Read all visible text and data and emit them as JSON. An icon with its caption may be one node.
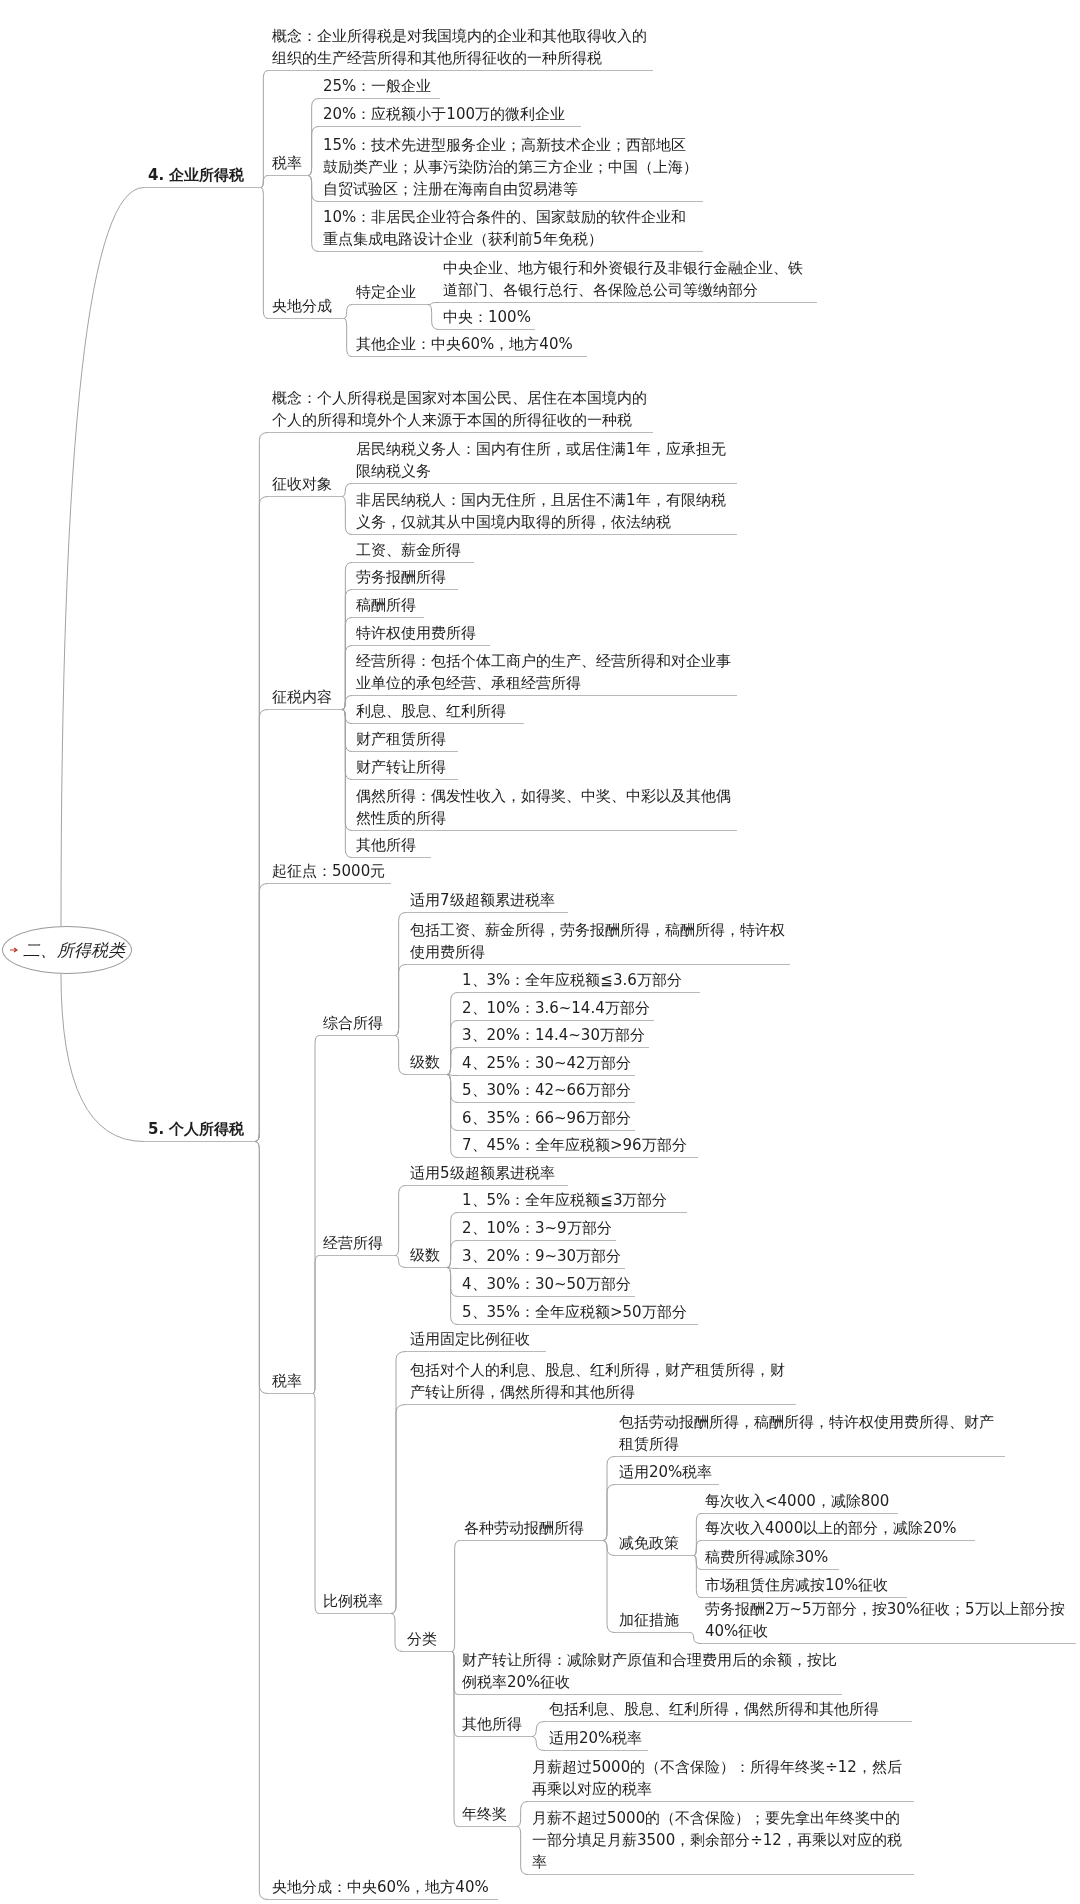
{
  "diagram": {
    "nodes": [
      {
        "text": [
          "二、所得税类"
        ]
      },
      {
        "text": [
          "4. 企业所得税"
        ]
      },
      {
        "text": [
          "概念：企业所得税是对我国境内的企业和其他取得收入的组织的生产经营所得和其他所得征收的一种所得税"
        ]
      },
      {
        "text": [
          "税率"
        ]
      },
      {
        "text": [
          "25%：一般企业"
        ]
      },
      {
        "text": [
          "20%：应税额小于100万的微利企业"
        ]
      },
      {
        "text": [
          "15%：技术先进型服务企业；高新技术企业；西部地区鼓励类产业；从事污染防治的第三方企业；中国（上海）自贸试验区；注册在海南自由贸易港等"
        ]
      },
      {
        "text": [
          "10%：非居民企业符合条件的、国家鼓励的软件企业和重点集成电路设计企业（获利前5年免税）"
        ]
      },
      {
        "text": [
          "央地分成"
        ]
      },
      {
        "text": [
          "特定企业"
        ]
      },
      {
        "text": [
          "中央企业、地方银行和外资银行及非银行金融企业、铁道部门、各银行总行、各保险总公司等缴纳部分"
        ]
      },
      {
        "text": [
          "中央：100%"
        ]
      },
      {
        "text": [
          "其他企业：中央60%，地方40%"
        ]
      },
      {
        "text": [
          "5. 个人所得税"
        ]
      },
      {
        "text": [
          "概念：个人所得税是国家对本国公民、居住在本国境内的个人的所得和境外个人来源于本国的所得征收的一种税"
        ]
      },
      {
        "text": [
          "征收对象"
        ]
      },
      {
        "text": [
          "居民纳税义务人：国内有住所，或居住满1年，应承担无限纳税义务"
        ]
      },
      {
        "text": [
          "非居民纳税人：国内无住所，且居住不满1年，有限纳税义务，仅就其从中国境内取得的所得，依法纳税"
        ]
      },
      {
        "text": [
          "征税内容"
        ]
      },
      {
        "text": [
          "工资、薪金所得"
        ]
      },
      {
        "text": [
          "劳务报酬所得"
        ]
      },
      {
        "text": [
          "稿酬所得"
        ]
      },
      {
        "text": [
          "特许权使用费所得"
        ]
      },
      {
        "text": [
          "经营所得：包括个体工商户的生产、经营所得和对企业事业单位的承包经营、承租经营所得"
        ]
      },
      {
        "text": [
          "利息、股息、红利所得"
        ]
      },
      {
        "text": [
          "财产租赁所得"
        ]
      },
      {
        "text": [
          "财产转让所得"
        ]
      },
      {
        "text": [
          "偶然所得：偶发性收入，如得奖、中奖、中彩以及其他偶然性质的所得"
        ]
      },
      {
        "text": [
          "其他所得"
        ]
      },
      {
        "text": [
          "起征点：5000元"
        ]
      },
      {
        "text": [
          "税率"
        ]
      },
      {
        "text": [
          "综合所得"
        ]
      },
      {
        "text": [
          "适用7级超额累进税率"
        ]
      },
      {
        "text": [
          "包括工资、薪金所得，劳务报酬所得，稿酬所得，特许权使用费所得"
        ]
      },
      {
        "text": [
          "级数"
        ]
      },
      {
        "text": [
          "1、3%：全年应税额≦3.6万部分"
        ]
      },
      {
        "text": [
          "2、10%：3.6~14.4万部分"
        ]
      },
      {
        "text": [
          "3、20%：14.4~30万部分"
        ]
      },
      {
        "text": [
          "4、25%：30~42万部分"
        ]
      },
      {
        "text": [
          "5、30%：42~66万部分"
        ]
      },
      {
        "text": [
          "6、35%：66~96万部分"
        ]
      },
      {
        "text": [
          "7、45%：全年应税额>96万部分"
        ]
      },
      {
        "text": [
          "经营所得"
        ]
      },
      {
        "text": [
          "适用5级超额累进税率"
        ]
      },
      {
        "text": [
          "级数"
        ]
      },
      {
        "text": [
          "1、5%：全年应税额≦3万部分"
        ]
      },
      {
        "text": [
          "2、10%：3~9万部分"
        ]
      },
      {
        "text": [
          "3、20%：9~30万部分"
        ]
      },
      {
        "text": [
          "4、30%：30~50万部分"
        ]
      },
      {
        "text": [
          "5、35%：全年应税额>50万部分"
        ]
      },
      {
        "text": [
          "比例税率"
        ]
      },
      {
        "text": [
          "适用固定比例征收"
        ]
      },
      {
        "text": [
          "包括对个人的利息、股息、红利所得，财产租赁所得，财产转让所得，偶然所得和其他所得"
        ]
      },
      {
        "text": [
          "分类"
        ]
      },
      {
        "text": [
          "各种劳动报酬所得"
        ]
      },
      {
        "text": [
          "包括劳动报酬所得，稿酬所得，特许权使用费所得、财产租赁所得"
        ]
      },
      {
        "text": [
          "适用20%税率"
        ]
      },
      {
        "text": [
          "减免政策"
        ]
      },
      {
        "text": [
          "每次收入<4000，减除800"
        ]
      },
      {
        "text": [
          "每次收入4000以上的部分，减除20%"
        ]
      },
      {
        "text": [
          "稿费所得减除30%"
        ]
      },
      {
        "text": [
          "市场租赁住房减按10%征收"
        ]
      },
      {
        "text": [
          "加征措施"
        ]
      },
      {
        "text": [
          "劳务报酬2万~5万部分，按30%征收；5万以上部分按40%征收"
        ]
      },
      {
        "text": [
          "财产转让所得：减除财产原值和合理费用后的余额，按比例税率20%征收"
        ]
      },
      {
        "text": [
          "其他所得"
        ]
      },
      {
        "text": [
          "包括利息、股息、红利所得，偶然所得和其他所得"
        ]
      },
      {
        "text": [
          "适用20%税率"
        ]
      },
      {
        "text": [
          "年终奖"
        ]
      },
      {
        "text": [
          "月薪超过5000的（不含保险）：所得年终奖÷12，然后再乘以对应的税率"
        ]
      },
      {
        "text": [
          "月薪不超过5000的（不含保险）；要先拿出年终奖中的一部分填足月薪3500，剩余部分÷12，再乘以对应的税率"
        ]
      },
      {
        "text": [
          "央地分成：中央60%，地方40%"
        ]
      }
    ],
    "edges": [
      {
        "from": 0,
        "to": 1,
        "arrow": "none"
      },
      {
        "from": 0,
        "to": 13,
        "arrow": "none"
      },
      {
        "from": 1,
        "to": 2,
        "arrow": "none"
      },
      {
        "from": 1,
        "to": 3,
        "arrow": "none"
      },
      {
        "from": 1,
        "to": 8,
        "arrow": "none"
      },
      {
        "from": 3,
        "to": 4,
        "arrow": "none"
      },
      {
        "from": 3,
        "to": 5,
        "arrow": "none"
      },
      {
        "from": 3,
        "to": 6,
        "arrow": "none"
      },
      {
        "from": 3,
        "to": 7,
        "arrow": "none"
      },
      {
        "from": 8,
        "to": 9,
        "arrow": "none"
      },
      {
        "from": 8,
        "to": 12,
        "arrow": "none"
      },
      {
        "from": 9,
        "to": 10,
        "arrow": "none"
      },
      {
        "from": 9,
        "to": 11,
        "arrow": "none"
      },
      {
        "from": 13,
        "to": 14,
        "arrow": "none"
      },
      {
        "from": 13,
        "to": 15,
        "arrow": "none"
      },
      {
        "from": 13,
        "to": 18,
        "arrow": "none"
      },
      {
        "from": 13,
        "to": 29,
        "arrow": "none"
      },
      {
        "from": 13,
        "to": 30,
        "arrow": "none"
      },
      {
        "from": 13,
        "to": 71,
        "arrow": "none"
      },
      {
        "from": 15,
        "to": 16,
        "arrow": "none"
      },
      {
        "from": 15,
        "to": 17,
        "arrow": "none"
      },
      {
        "from": 18,
        "to": 19,
        "arrow": "none"
      },
      {
        "from": 18,
        "to": 20,
        "arrow": "none"
      },
      {
        "from": 18,
        "to": 21,
        "arrow": "none"
      },
      {
        "from": 18,
        "to": 22,
        "arrow": "none"
      },
      {
        "from": 18,
        "to": 23,
        "arrow": "none"
      },
      {
        "from": 18,
        "to": 24,
        "arrow": "none"
      },
      {
        "from": 18,
        "to": 25,
        "arrow": "none"
      },
      {
        "from": 18,
        "to": 26,
        "arrow": "none"
      },
      {
        "from": 18,
        "to": 27,
        "arrow": "none"
      },
      {
        "from": 18,
        "to": 28,
        "arrow": "none"
      },
      {
        "from": 30,
        "to": 31,
        "arrow": "none"
      },
      {
        "from": 30,
        "to": 42,
        "arrow": "none"
      },
      {
        "from": 30,
        "to": 50,
        "arrow": "none"
      },
      {
        "from": 31,
        "to": 32,
        "arrow": "none"
      },
      {
        "from": 31,
        "to": 33,
        "arrow": "none"
      },
      {
        "from": 31,
        "to": 34,
        "arrow": "none"
      },
      {
        "from": 34,
        "to": 35,
        "arrow": "none"
      },
      {
        "from": 34,
        "to": 36,
        "arrow": "none"
      },
      {
        "from": 34,
        "to": 37,
        "arrow": "none"
      },
      {
        "from": 34,
        "to": 38,
        "arrow": "none"
      },
      {
        "from": 34,
        "to": 39,
        "arrow": "none"
      },
      {
        "from": 34,
        "to": 40,
        "arrow": "none"
      },
      {
        "from": 34,
        "to": 41,
        "arrow": "none"
      },
      {
        "from": 42,
        "to": 43,
        "arrow": "none"
      },
      {
        "from": 42,
        "to": 44,
        "arrow": "none"
      },
      {
        "from": 44,
        "to": 45,
        "arrow": "none"
      },
      {
        "from": 44,
        "to": 46,
        "arrow": "none"
      },
      {
        "from": 44,
        "to": 47,
        "arrow": "none"
      },
      {
        "from": 44,
        "to": 48,
        "arrow": "none"
      },
      {
        "from": 44,
        "to": 49,
        "arrow": "none"
      },
      {
        "from": 50,
        "to": 51,
        "arrow": "none"
      },
      {
        "from": 50,
        "to": 52,
        "arrow": "none"
      },
      {
        "from": 50,
        "to": 53,
        "arrow": "none"
      },
      {
        "from": 53,
        "to": 54,
        "arrow": "none"
      },
      {
        "from": 53,
        "to": 64,
        "arrow": "none"
      },
      {
        "from": 53,
        "to": 65,
        "arrow": "none"
      },
      {
        "from": 53,
        "to": 68,
        "arrow": "none"
      },
      {
        "from": 54,
        "to": 55,
        "arrow": "none"
      },
      {
        "from": 54,
        "to": 56,
        "arrow": "none"
      },
      {
        "from": 54,
        "to": 57,
        "arrow": "none"
      },
      {
        "from": 54,
        "to": 62,
        "arrow": "none"
      },
      {
        "from": 57,
        "to": 58,
        "arrow": "none"
      },
      {
        "from": 57,
        "to": 59,
        "arrow": "none"
      },
      {
        "from": 57,
        "to": 60,
        "arrow": "none"
      },
      {
        "from": 57,
        "to": 61,
        "arrow": "none"
      },
      {
        "from": 62,
        "to": 63,
        "arrow": "none"
      },
      {
        "from": 65,
        "to": 66,
        "arrow": "none"
      },
      {
        "from": 65,
        "to": 67,
        "arrow": "none"
      },
      {
        "from": 68,
        "to": 69,
        "arrow": "none"
      },
      {
        "from": 68,
        "to": 70,
        "arrow": "none"
      }
    ]
  }
}
